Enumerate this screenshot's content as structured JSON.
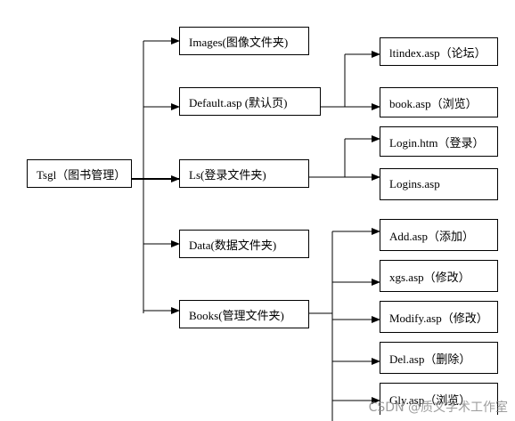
{
  "root": {
    "label": "Tsgl（图书管理）"
  },
  "level1": [
    {
      "id": "images",
      "label": "Images(图像文件夹)"
    },
    {
      "id": "default",
      "label": "Default.asp (默认页)"
    },
    {
      "id": "ls",
      "label": "Ls(登录文件夹)"
    },
    {
      "id": "data",
      "label": "Data(数据文件夹)"
    },
    {
      "id": "books",
      "label": "Books(管理文件夹)"
    }
  ],
  "level2": [
    {
      "id": "ltindex",
      "parent": "default",
      "label": "ltindex.asp（论坛）"
    },
    {
      "id": "book",
      "parent": "default",
      "label": "book.asp（浏览）"
    },
    {
      "id": "login",
      "parent": "ls",
      "label": "Login.htm（登录）"
    },
    {
      "id": "logins",
      "parent": "ls",
      "label": "Logins.asp"
    },
    {
      "id": "add",
      "parent": "books",
      "label": "Add.asp（添加）"
    },
    {
      "id": "xgs",
      "parent": "books",
      "label": "xgs.asp（修改）"
    },
    {
      "id": "modify",
      "parent": "books",
      "label": "Modify.asp（修改）"
    },
    {
      "id": "del",
      "parent": "books",
      "label": "Del.asp（删除）"
    },
    {
      "id": "gly",
      "parent": "books",
      "label": "Gly.asp（浏览）"
    }
  ],
  "watermark": "CSDN @质文学术工作室",
  "colors": {
    "line": "#000000",
    "box_border": "#000000",
    "background": "#ffffff"
  }
}
